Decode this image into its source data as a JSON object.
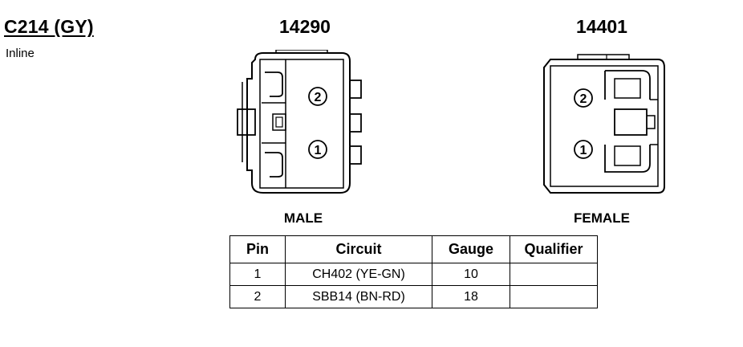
{
  "header": {
    "title": "C214 (GY)",
    "subtitle": "Inline"
  },
  "connectors": [
    {
      "part_number": "14290",
      "gender": "MALE",
      "pin_labels": [
        "2",
        "1"
      ]
    },
    {
      "part_number": "14401",
      "gender": "FEMALE",
      "pin_labels": [
        "2",
        "1"
      ]
    }
  ],
  "table": {
    "headers": [
      "Pin",
      "Circuit",
      "Gauge",
      "Qualifier"
    ],
    "rows": [
      {
        "pin": "1",
        "circuit": "CH402 (YE-GN)",
        "gauge": "10",
        "qualifier": ""
      },
      {
        "pin": "2",
        "circuit": "SBB14 (BN-RD)",
        "gauge": "18",
        "qualifier": ""
      }
    ]
  }
}
